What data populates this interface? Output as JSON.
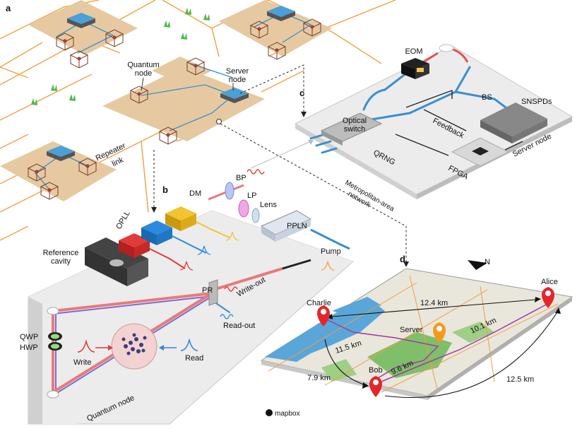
{
  "panels": {
    "a": "a",
    "b": "b",
    "c": "c",
    "d": "d"
  },
  "panel_a": {
    "quantum_node": [
      "Quantum",
      "node"
    ],
    "server_node": [
      "Server",
      "node"
    ],
    "repeater_link": [
      "Repeater",
      "link"
    ]
  },
  "panel_b": {
    "dm": "DM",
    "bp": "BP",
    "lp": "LP",
    "lens": "Lens",
    "ppln": "PPLN",
    "opll": "OPLL",
    "reference_cavity": [
      "Reference",
      "cavity"
    ],
    "pump": "Pump",
    "pr": "PR",
    "write_out": "Write-out",
    "read_out": "Read-out",
    "qwp": "QWP",
    "hwp": "HWP",
    "write": "Write",
    "read": "Read",
    "quantum_node": "Quantum node"
  },
  "panel_c": {
    "eom": "EOM",
    "bs": "BS",
    "snspds": "SNSPDs",
    "feedback": "Feedback",
    "optical_switch": [
      "Optical",
      "switch"
    ],
    "qrng": "QRNG",
    "fpga": "FPGA",
    "server_node": "Server node"
  },
  "metro": [
    "Metropolitan-area",
    "network"
  ],
  "panel_d": {
    "charlie": "Charlie",
    "alice": "Alice",
    "server": "Server",
    "bob": "Bob",
    "dist_charlie_alice": "12.4 km",
    "dist_charlie_server": "11.5 km",
    "dist_server_alice": "10.1 km",
    "dist_server_bob": "9.6 km",
    "dist_charlie_bob": "7.9 km",
    "dist_bob_alice": "12.5 km",
    "north": "N",
    "mapbox": "mapbox"
  },
  "colors": {
    "tile": "#e6c9a0",
    "fiber": "#f0a040",
    "blue_fiber": "#3a8fd0",
    "red_laser": "#e23a3a",
    "pin_red": "#e4262a",
    "pin_orange": "#f39a1e",
    "route": "#9b3fa0",
    "map_water": "#5aa6d8",
    "map_green": "#7fbf6a",
    "ground": "#ececec"
  }
}
